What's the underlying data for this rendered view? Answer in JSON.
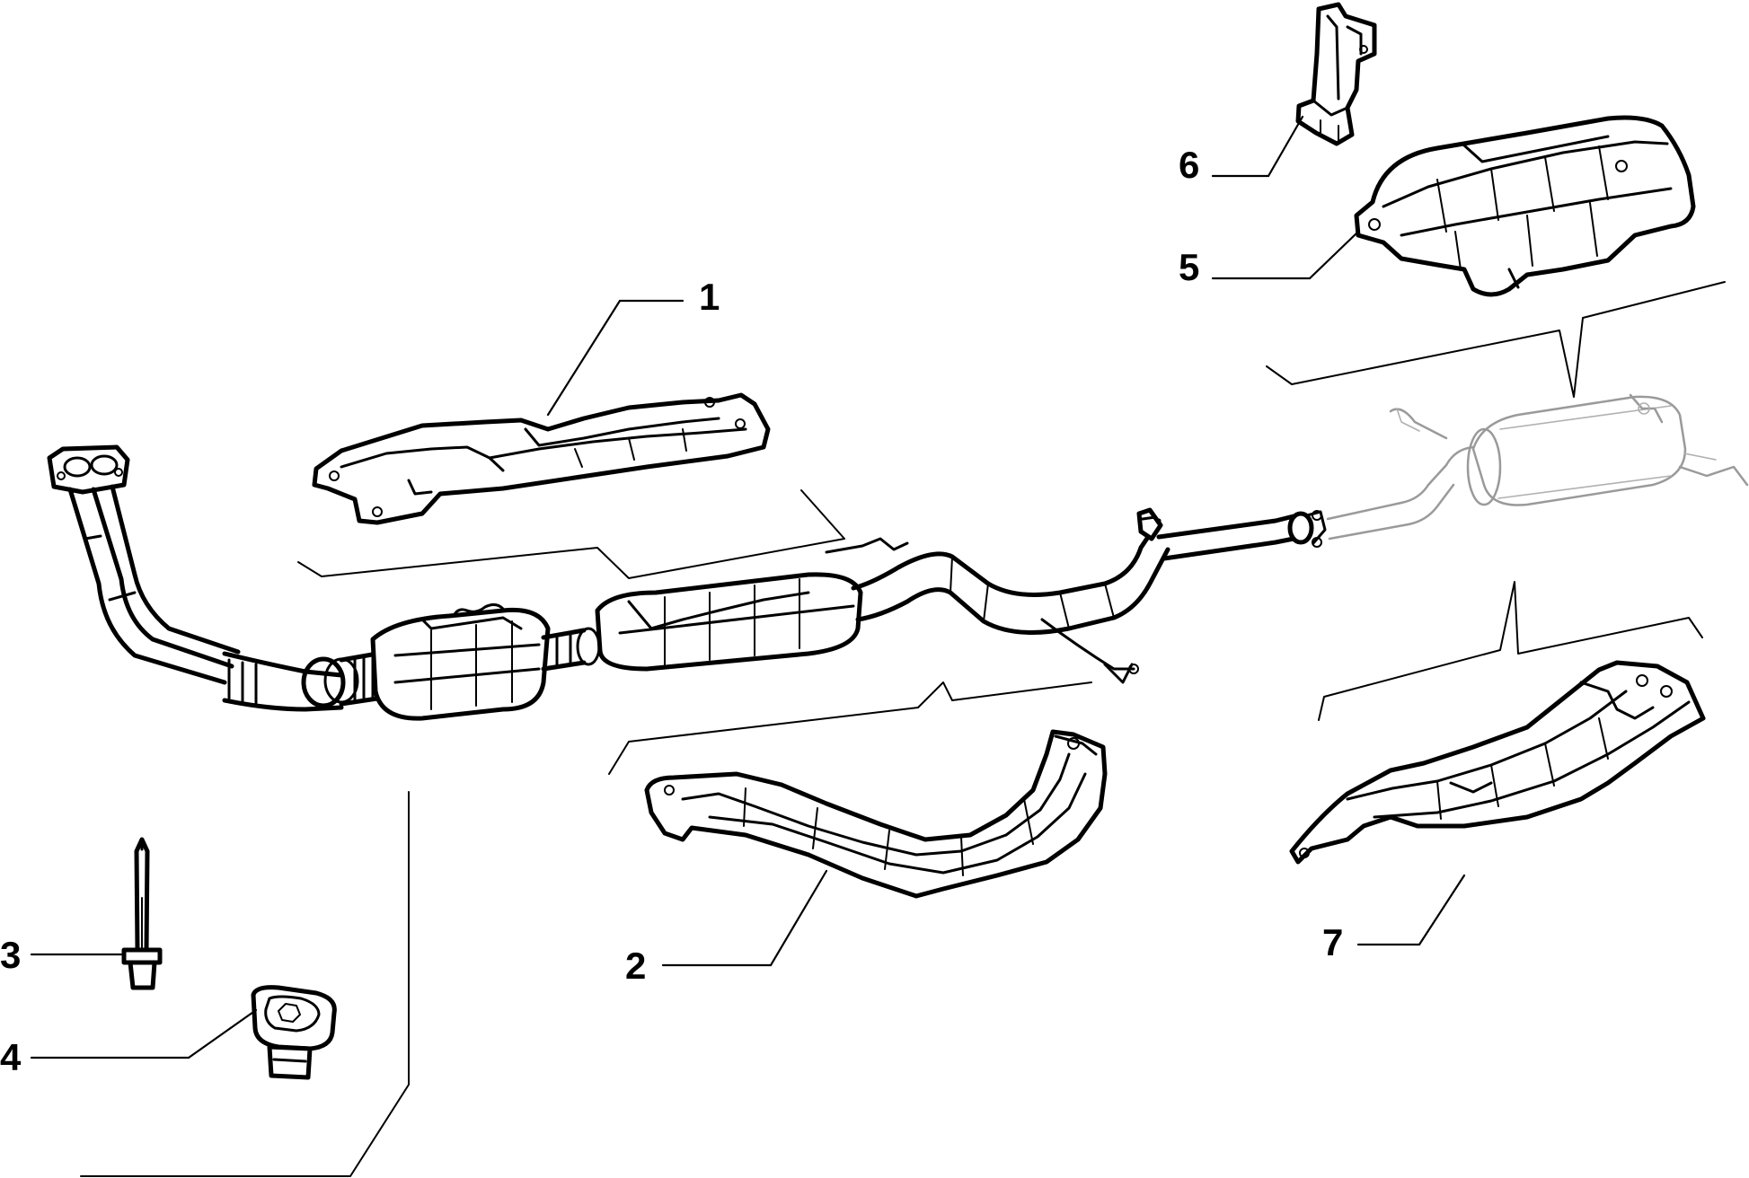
{
  "diagram": {
    "callouts": [
      {
        "id": "1",
        "label": "1"
      },
      {
        "id": "2",
        "label": "2"
      },
      {
        "id": "3",
        "label": "3"
      },
      {
        "id": "4",
        "label": "4"
      },
      {
        "id": "5",
        "label": "5"
      },
      {
        "id": "6",
        "label": "6"
      },
      {
        "id": "7",
        "label": "7"
      }
    ],
    "colors": {
      "ink": "#000000",
      "ghost": "#9a9a9a",
      "background": "#ffffff"
    }
  }
}
